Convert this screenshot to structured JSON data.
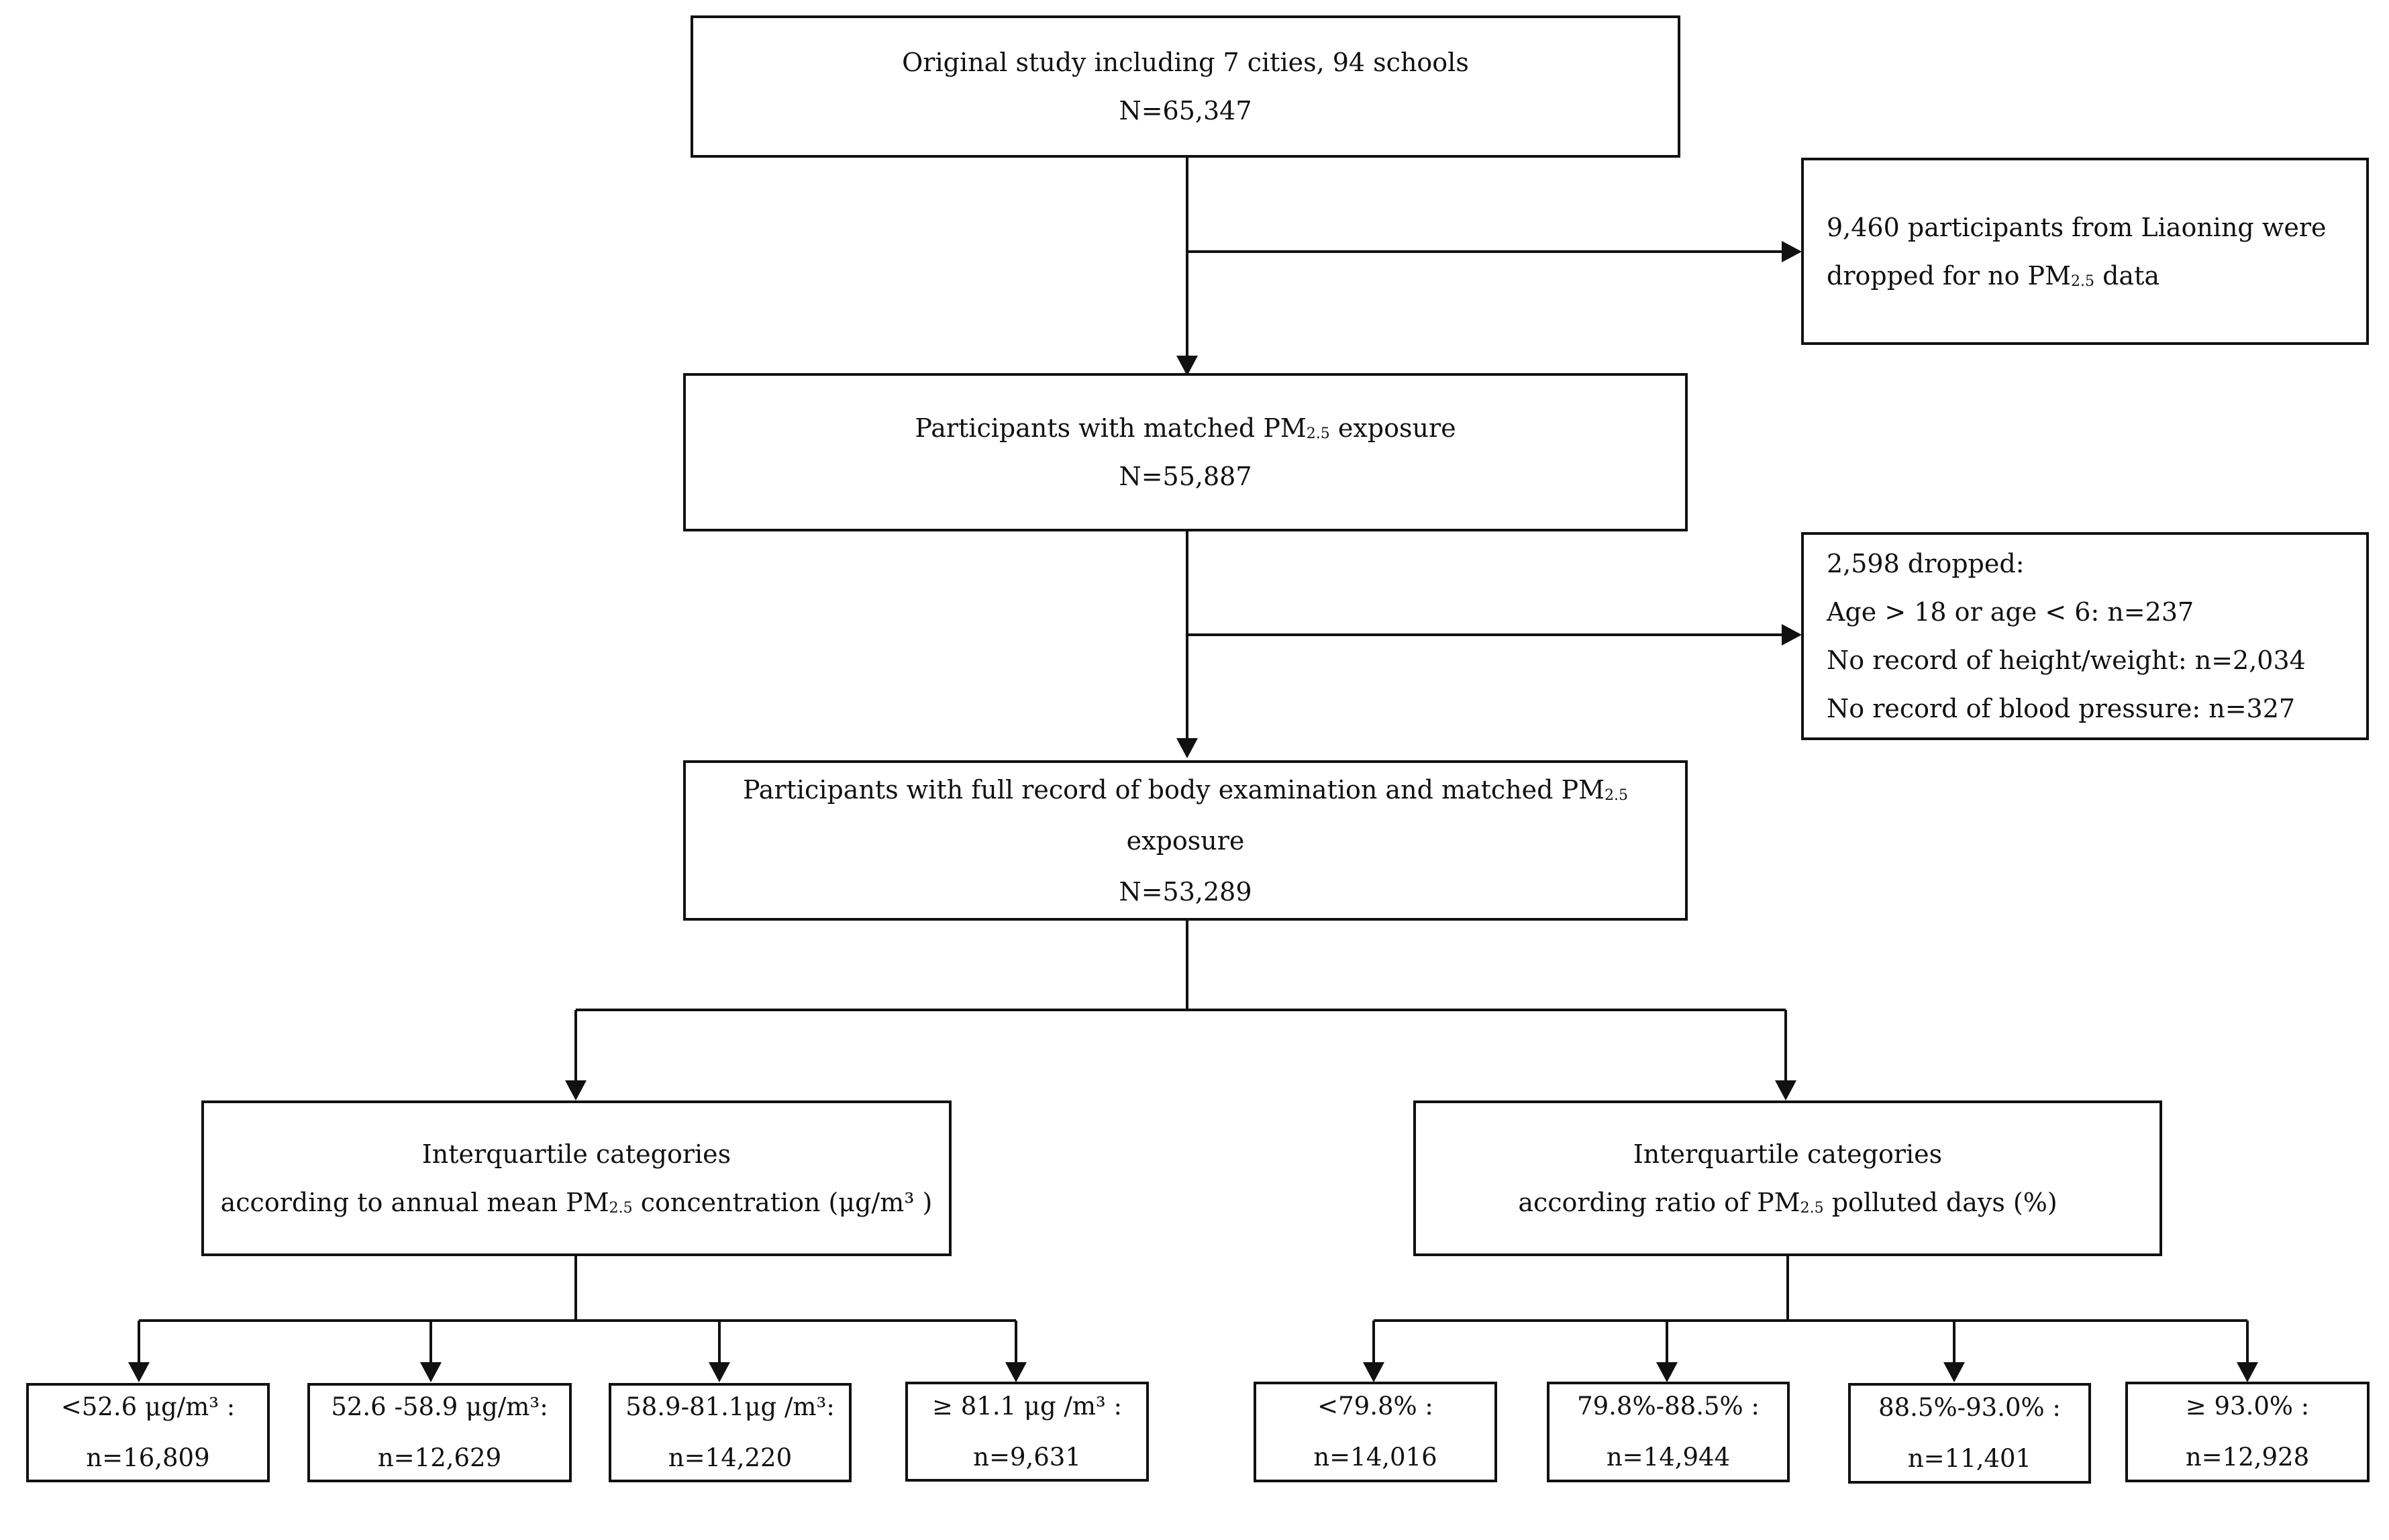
{
  "nodes": {
    "original": {
      "line1": "Original study including 7 cities, 94 schools",
      "line2": "N=65,347"
    },
    "liaoning": {
      "line1": "9,460 participants from Liaoning were",
      "line2_pre": "dropped for no PM",
      "line2_sub": "2.5",
      "line2_post": " data"
    },
    "matched": {
      "line1_pre": "Participants with matched PM",
      "line1_sub": "2.5",
      "line1_post": " exposure",
      "line2": "N=55,887"
    },
    "dropped": {
      "line1": "2,598 dropped:",
      "line2": "Age > 18 or age < 6: n=237",
      "line3": "No record of height/weight: n=2,034",
      "line4": "No record of blood pressure: n=327"
    },
    "full": {
      "line1_pre": "Participants with full record of  body examination and matched PM",
      "line1_sub": "2.5",
      "line2": "exposure",
      "line3": "N=53,289"
    },
    "annual": {
      "line1": "Interquartile categories",
      "line2_pre": "according to annual mean PM",
      "line2_sub": "2.5",
      "line2_post": " concentration (μg/m³ )"
    },
    "ratio": {
      "line1": "Interquartile categories",
      "line2_pre": "according ratio of PM",
      "line2_sub": "2.5",
      "line2_post": " polluted days (%)"
    },
    "annual_q": [
      {
        "label": "<52.6 μg/m³ :",
        "count": "n=16,809"
      },
      {
        "label": "52.6 -58.9 μg/m³:",
        "count": "n=12,629"
      },
      {
        "label": "58.9-81.1μg /m³:",
        "count": "n=14,220"
      },
      {
        "label": "≥ 81.1 μg /m³ :",
        "count": "n=9,631"
      }
    ],
    "ratio_q": [
      {
        "label": "<79.8% :",
        "count": "n=14,016"
      },
      {
        "label": "79.8%-88.5% :",
        "count": "n=14,944"
      },
      {
        "label": "88.5%-93.0% :",
        "count": "n=11,401"
      },
      {
        "label": "≥ 93.0% :",
        "count": "n=12,928"
      }
    ]
  }
}
